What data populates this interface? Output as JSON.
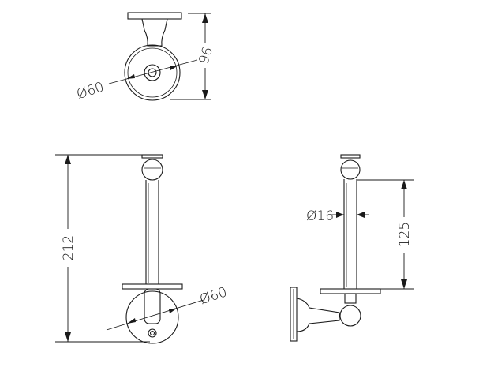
{
  "labels": {
    "top_diameter": "Ø60",
    "top_depth": "96",
    "front_height": "212",
    "front_diameter": "Ø60",
    "side_rod_diameter": "Ø16",
    "side_length": "125"
  }
}
